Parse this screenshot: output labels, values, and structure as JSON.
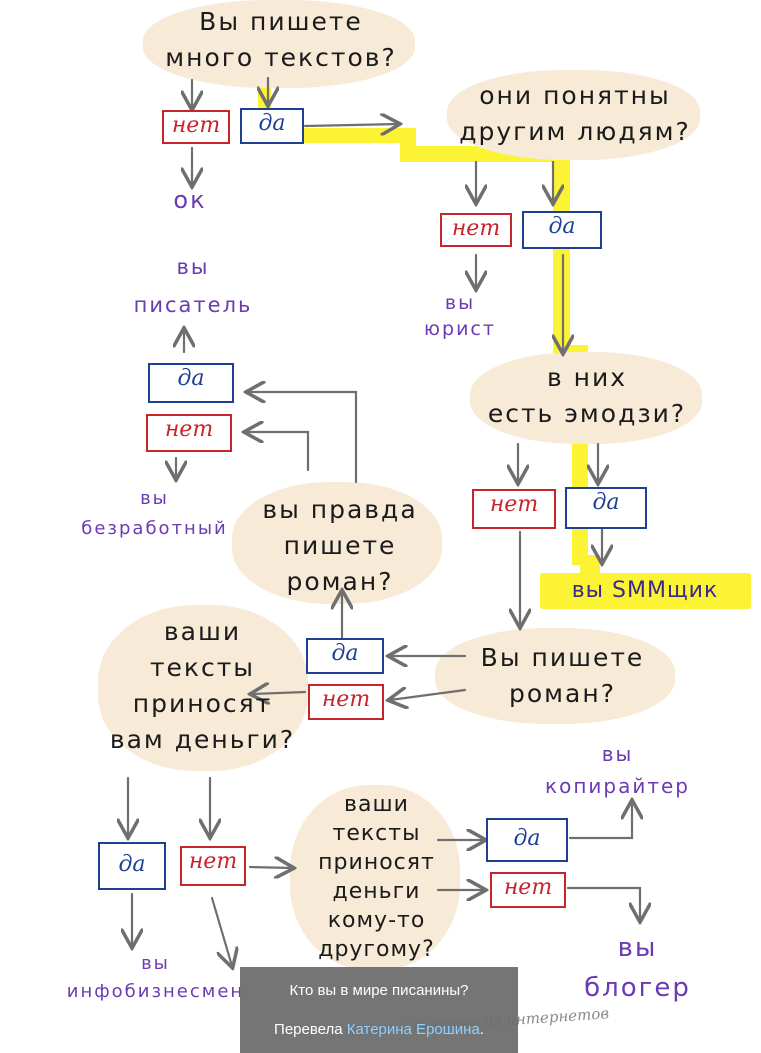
{
  "questions": {
    "q_write": "Вы пишете\nмного текстов?",
    "q_clear": "они понятны\nдругим людям?",
    "q_emoji": "в них\nесть эмодзи?",
    "q_novel_really": "вы правда\nпишете\nроман?",
    "q_novel": "Вы пишете\nроман?",
    "q_money": "ваши\nтексты\nприносят\nвам деньги?",
    "q_money_other": "ваши\nтексты\nприносят\nденьги\nкому-то\nдругому?"
  },
  "answers": {
    "yes": "да",
    "no": "нет",
    "no_alt": "нет"
  },
  "results": {
    "ok": "ок",
    "writer": "вы\nписатель",
    "lawyer": "вы\nюрист",
    "unemployed": "вы\nбезработный",
    "smm": "вы SMMщик",
    "copywriter": "вы\nкопирайтер",
    "blogger": "вы\nблогер",
    "infobiz": "вы\nинфобизнесмен"
  },
  "watermark": "Дмитрий Корнеев из интернетов",
  "caption": {
    "title": "Кто вы в мире писанины?",
    "credit_prefix": "Перевела ",
    "credit_name": "Катерина Ерошина",
    "credit_suffix": "."
  },
  "colors": {
    "yes_border": "#1f3f95",
    "no_border": "#c8242b",
    "result_text": "#6c3ab3",
    "highlight": "#fbf334",
    "bubble": "#f7ead7"
  }
}
